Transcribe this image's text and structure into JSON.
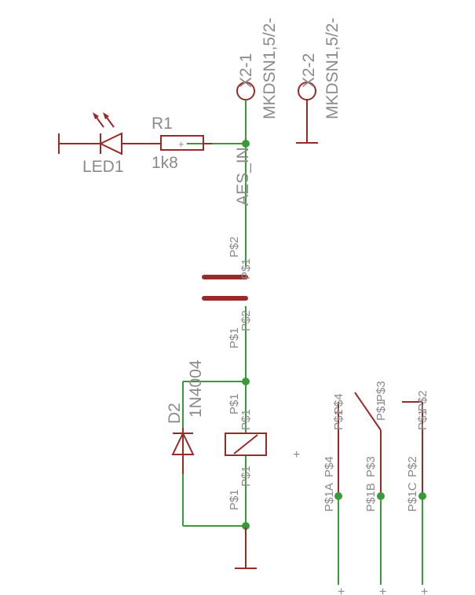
{
  "connectors": [
    {
      "ref": "X2-1",
      "value": "MKDSN1,5/2-"
    },
    {
      "ref": "X2-2",
      "value": "MKDSN1,5/2-"
    }
  ],
  "led": {
    "ref": "LED1"
  },
  "resistor": {
    "ref": "R1",
    "value": "1k8"
  },
  "net_label": "AES_IN",
  "diode": {
    "ref": "D2",
    "value": "1N4004"
  },
  "pins": {
    "p1": "P$1",
    "p2": "P$2",
    "p3": "P$3",
    "p4": "P$4",
    "p1a": "P$1A",
    "p1b": "P$1B",
    "p1c": "P$1C"
  },
  "resistor_mark": "+",
  "origin_mark": "+",
  "colors": {
    "wire": "#3a9a3a",
    "symbol": "#9a2a2a",
    "text": "#8a8a8a"
  }
}
